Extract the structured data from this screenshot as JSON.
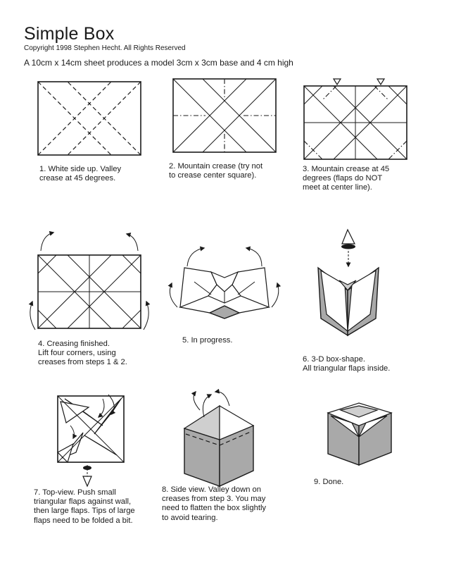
{
  "header": {
    "title": "Simple Box",
    "copyright": "Copyright 1998 Stephen Hecht.  All Rights Reserved",
    "intro": "A 10cm x 14cm sheet produces a model 3cm x 3cm base and 4 cm high"
  },
  "steps": [
    {
      "caption": "1. White side up.  Valley\ncrease at 45 degrees."
    },
    {
      "caption": "2. Mountain crease (try not\nto crease center square)."
    },
    {
      "caption": "3. Mountain crease at 45\ndegrees (flaps do NOT\nmeet at center line)."
    },
    {
      "caption": "4. Creasing finished.\nLift four corners, using\ncreases from steps 1 & 2."
    },
    {
      "caption": "5. In progress."
    },
    {
      "caption": "6.  3-D box-shape.\nAll triangular flaps inside."
    },
    {
      "caption": "7. Top-view.  Push small\ntriangular flaps against wall,\nthen large flaps.  Tips of large\nflaps need to be folded a bit."
    },
    {
      "caption": "8. Side view.  Valley down on\ncreases from step 3.  You may\nneed to flatten the box slightly\nto avoid tearing."
    },
    {
      "caption": "9. Done."
    }
  ]
}
